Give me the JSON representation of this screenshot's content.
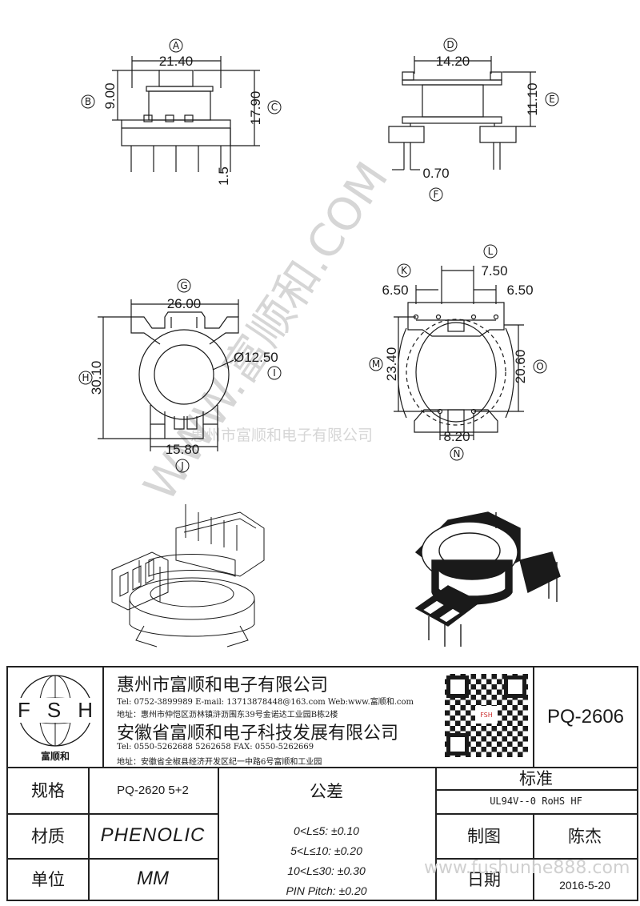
{
  "dimensions": {
    "A": {
      "letter": "A",
      "value": "21.40"
    },
    "B": {
      "letter": "B",
      "value": "9.00"
    },
    "C": {
      "letter": "C",
      "value": "17.90"
    },
    "D": {
      "letter": "D",
      "value": "14.20"
    },
    "E": {
      "letter": "E",
      "value": "11.10"
    },
    "F": {
      "letter": "F",
      "value": "0.70"
    },
    "pin": {
      "value": "1.5"
    },
    "G": {
      "letter": "G",
      "value": "26.00"
    },
    "H": {
      "letter": "H",
      "value": "30.10"
    },
    "I": {
      "letter": "I",
      "value": "Ø12.50"
    },
    "J": {
      "letter": "J",
      "value": "15.80"
    },
    "K": {
      "letter": "K",
      "value": "6.50"
    },
    "L": {
      "letter": "L",
      "value": "7.50"
    },
    "L2": {
      "value": "6.50"
    },
    "M": {
      "letter": "M",
      "value": "23.40"
    },
    "O": {
      "letter": "O",
      "value": "20.60"
    },
    "N": {
      "letter": "N",
      "value": "8.20"
    }
  },
  "watermark": {
    "diagonal": "WWW.富顺和.COM",
    "company": "惠州市富顺和电子有限公司",
    "site": "www.fushunhe888.com"
  },
  "logo": {
    "letters": [
      "F",
      "S",
      "H"
    ],
    "caption": "富顺和"
  },
  "company1": {
    "name": "惠州市富顺和电子有限公司",
    "contact": "Tel:  0752-3899989   E-mail: 13713878448@163.com   Web:www.富顺和.com",
    "address": "地址：惠州市仲恺区沥林镇浒沥围东39号金诺达工业园B栋2楼"
  },
  "company2": {
    "name": "安徽省富顺和电子科技发展有限公司",
    "contact": "Tel:  0550-5262688  5262658      FAX: 0550-5262669",
    "address": "地址：安徽省全椒县经济开发区纪一中路6号富顺和工业园"
  },
  "qr": {
    "label": "FSH"
  },
  "part_number": "PQ-2606",
  "spec": {
    "label": "规格",
    "value": "PQ-2620 5+2"
  },
  "material": {
    "label": "材质",
    "value": "PHENOLIC"
  },
  "unit": {
    "label": "单位",
    "value": "MM"
  },
  "tolerance": {
    "label": "公差",
    "lines": [
      "0<L≤5: ±0.10",
      "5<L≤10: ±0.20",
      "10<L≤30: ±0.30",
      "PIN Pitch: ±0.20"
    ]
  },
  "standard": {
    "label": "标准",
    "value": "UL94V--0  RoHS HF"
  },
  "drawer": {
    "label": "制图",
    "value": "陈杰"
  },
  "date": {
    "label": "日期",
    "value": "2016-5-20"
  }
}
